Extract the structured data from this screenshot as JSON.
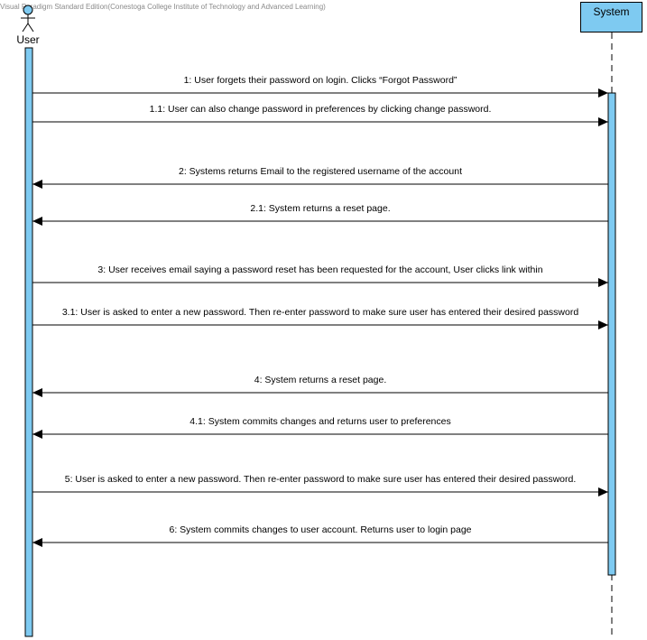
{
  "watermark": "Visual Paradigm Standard Edition(Conestoga College Institute of Technology and Advanced Learning)",
  "actor": {
    "label": "User",
    "icon": "stick-figure-icon"
  },
  "lifeline": {
    "label": "System"
  },
  "colors": {
    "activation": "#7ecaf1",
    "line": "#000000",
    "text": "#000000"
  },
  "messages": [
    {
      "label": "1: User forgets their password on login. Clicks “Forgot Password”",
      "direction": "to-system"
    },
    {
      "label": "1.1: User can also change password in preferences by clicking change password.",
      "direction": "to-system"
    },
    {
      "label": "2: Systems returns Email to the registered username of the account",
      "direction": "to-user"
    },
    {
      "label": "2.1: System returns a reset page.",
      "direction": "to-user"
    },
    {
      "label": "3: User receives email saying a password reset has been requested for the account, User clicks link within",
      "direction": "to-system"
    },
    {
      "label": "3.1: User is asked to enter a new password. Then re-enter password to make sure user has entered their desired password",
      "direction": "to-system"
    },
    {
      "label": "4: System returns a reset page.",
      "direction": "to-user"
    },
    {
      "label": "4.1: System commits changes and returns user to preferences",
      "direction": "to-user"
    },
    {
      "label": "5: User is asked to enter a new password. Then re-enter password to make sure user has entered their desired password.",
      "direction": "to-system"
    },
    {
      "label": "6: System commits changes to user account. Returns user to login page",
      "direction": "to-user"
    }
  ]
}
